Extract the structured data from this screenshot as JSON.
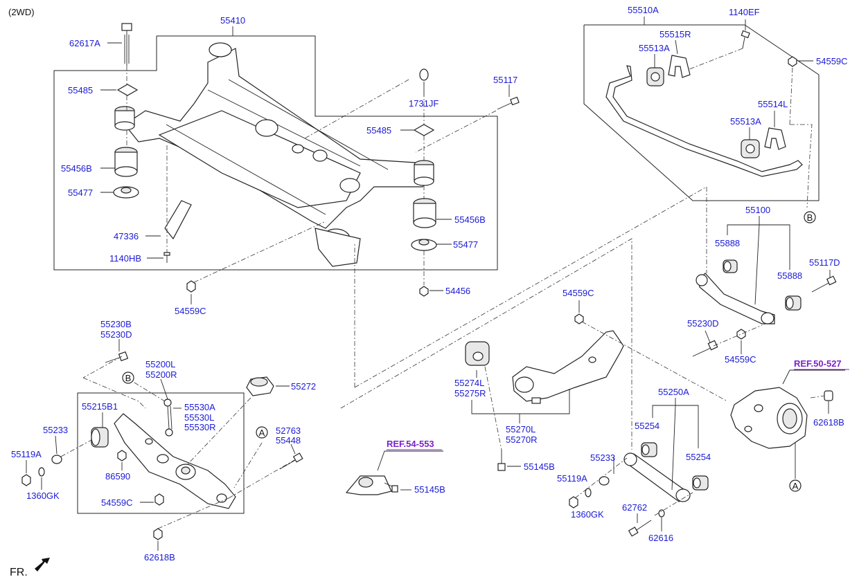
{
  "header": {
    "variant": "(2WD)"
  },
  "footer": {
    "front_label": "FR."
  },
  "parts": {
    "p62617A": "62617A",
    "p55410": "55410",
    "p55485a": "55485",
    "p1731JF": "1731JF",
    "p55117": "55117",
    "p55485b": "55485",
    "p55456Ba": "55456B",
    "p55477a": "55477",
    "p47336": "47336",
    "p1140HB": "1140HB",
    "p55456Bb": "55456B",
    "p55477b": "55477",
    "p54456": "54456",
    "p54559Ca": "54559C",
    "p55510A": "55510A",
    "p1140EF": "1140EF",
    "p55515R": "55515R",
    "p55513Aa": "55513A",
    "p54559Cb": "54559C",
    "p55514L": "55514L",
    "p55513Ab": "55513A",
    "p55100": "55100",
    "p55888a": "55888",
    "p55888b": "55888",
    "p55117D": "55117D",
    "p55230Da": "55230D",
    "p54559Cc": "54559C",
    "p54559Cd": "54559C",
    "p55230B": "55230B",
    "p55230Db": "55230D",
    "p55200L": "55200L",
    "p55200R": "55200R",
    "p55272": "55272",
    "p55215B1": "55215B1",
    "p55530A": "55530A",
    "p55530L": "55530L",
    "p55530R": "55530R",
    "p55233a": "55233",
    "p52763": "52763",
    "p55448": "55448",
    "p55119Aa": "55119A",
    "p1360GKa": "1360GK",
    "p86590": "86590",
    "p54559Ce": "54559C",
    "p62618Ba": "62618B",
    "p55274L": "55274L",
    "p55275R": "55275R",
    "p55270L": "55270L",
    "p55270R": "55270R",
    "p55145Ba": "55145B",
    "p55145Bb": "55145B",
    "p55250A": "55250A",
    "p55254a": "55254",
    "p55254b": "55254",
    "p55233b": "55233",
    "p55119Ab": "55119A",
    "p1360GKb": "1360GK",
    "p62762": "62762",
    "p62616": "62616",
    "p62618Bb": "62618B"
  },
  "refs": {
    "r54553": "REF.54-553",
    "r50527": "REF.50-527"
  },
  "callouts": {
    "A": "A",
    "B": "B"
  },
  "colors": {
    "part_label": "#1a1ad6",
    "ref_label": "#7a22c8",
    "line": "#222222"
  }
}
